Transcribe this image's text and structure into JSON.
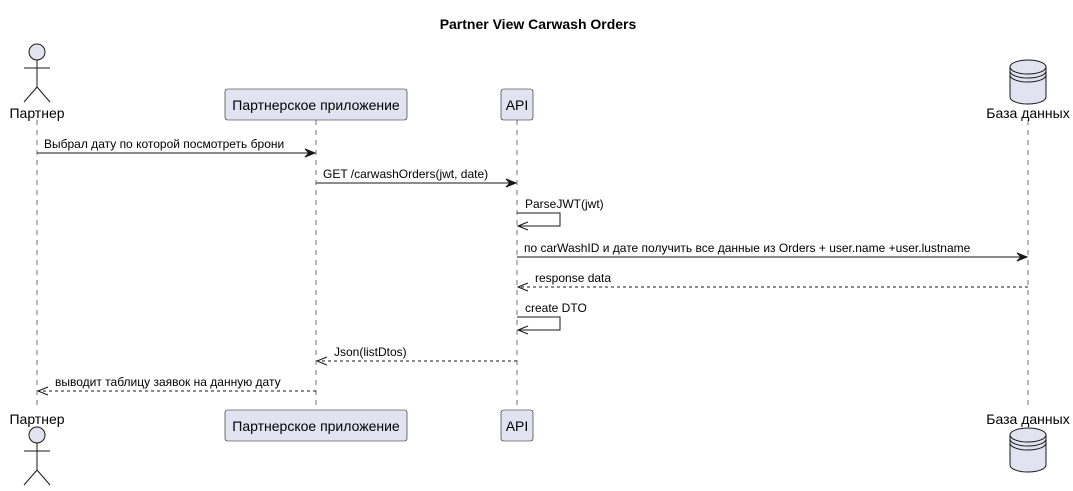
{
  "title": "Partner View Carwash Orders",
  "participants": [
    {
      "id": "partner",
      "label": "Партнер",
      "kind": "actor"
    },
    {
      "id": "app",
      "label": "Партнерское приложение",
      "kind": "participant"
    },
    {
      "id": "api",
      "label": "API",
      "kind": "participant"
    },
    {
      "id": "db",
      "label": "База данных",
      "kind": "database"
    }
  ],
  "messages": [
    {
      "from": "partner",
      "to": "app",
      "label": "Выбрал дату по которой посмотреть брони",
      "style": "solid"
    },
    {
      "from": "app",
      "to": "api",
      "label": "GET /carwashOrders(jwt, date)",
      "style": "solid"
    },
    {
      "from": "api",
      "to": "api",
      "label": "ParseJWT(jwt)",
      "style": "self"
    },
    {
      "from": "api",
      "to": "db",
      "label": "по carWashID и дате получить все данные из Orders + user.name +user.lustname",
      "style": "solid"
    },
    {
      "from": "db",
      "to": "api",
      "label": "response data",
      "style": "dashed"
    },
    {
      "from": "api",
      "to": "api",
      "label": "create DTO",
      "style": "self"
    },
    {
      "from": "api",
      "to": "app",
      "label": "Json(listDtos)",
      "style": "dashed"
    },
    {
      "from": "app",
      "to": "partner",
      "label": "выводит таблицу заявок на данную дату",
      "style": "dashed"
    }
  ],
  "colors": {
    "participant_fill": "#E2E2F0",
    "line": "#181818"
  }
}
